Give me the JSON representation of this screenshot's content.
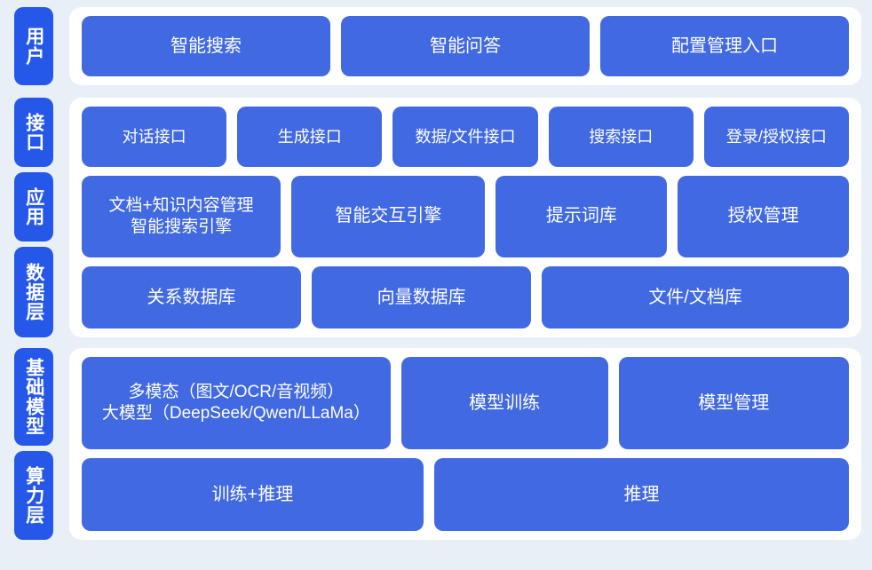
{
  "colors": {
    "page_background": "#e9eff7",
    "card_background": "#ffffff",
    "badge_blue": "#2558e8",
    "box_blue": "#4169e1",
    "text_white": "#ffffff"
  },
  "sections": [
    {
      "id": "user",
      "badges": [
        "用户"
      ],
      "rows": [
        {
          "id": "user-row",
          "boxes": [
            {
              "label": "智能搜索",
              "flex": 1
            },
            {
              "label": "智能问答",
              "flex": 1
            },
            {
              "label": "配置管理入口",
              "flex": 1
            }
          ]
        }
      ]
    },
    {
      "id": "middle",
      "badges": [
        "接口",
        "应用",
        "数据层"
      ],
      "rows": [
        {
          "id": "interface-row",
          "boxes": [
            {
              "label": "对话接口",
              "flex": 1
            },
            {
              "label": "生成接口",
              "flex": 1
            },
            {
              "label": "数据/文件接口",
              "flex": 1
            },
            {
              "label": "搜索接口",
              "flex": 1
            },
            {
              "label": "登录/授权接口",
              "flex": 1
            }
          ]
        },
        {
          "id": "application-row",
          "boxes": [
            {
              "label": "文档+知识内容管理\n智能搜索引擎",
              "flex": 1.08
            },
            {
              "label": "智能交互引擎",
              "flex": 1.05
            },
            {
              "label": "提示词库",
              "flex": 0.92
            },
            {
              "label": "授权管理",
              "flex": 0.92
            }
          ]
        },
        {
          "id": "data-row",
          "boxes": [
            {
              "label": "关系数据库",
              "flex": 1
            },
            {
              "label": "向量数据库",
              "flex": 1
            },
            {
              "label": "文件/文档库",
              "flex": 1.42
            }
          ]
        }
      ]
    },
    {
      "id": "base",
      "badges": [
        "基础模型",
        "算力层"
      ],
      "rows": [
        {
          "id": "model-row",
          "boxes": [
            {
              "label": "多模态（图文/OCR/音视频）\n大模型（DeepSeek/Qwen/LLaMa）",
              "flex": 1.52
            },
            {
              "label": "模型训练",
              "flex": 1
            },
            {
              "label": "模型管理",
              "flex": 1.12
            }
          ]
        },
        {
          "id": "compute-row",
          "boxes": [
            {
              "label": "训练+推理",
              "flex": 1
            },
            {
              "label": "推理",
              "flex": 1.22
            }
          ]
        }
      ]
    }
  ]
}
